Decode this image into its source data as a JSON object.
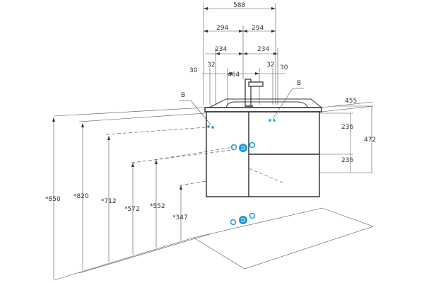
{
  "dimensions": {
    "total_width": "588",
    "half_left": "294",
    "half_right": "294",
    "hole_left": "234",
    "hole_right": "234",
    "inner_width": "464",
    "edge_left_30": "30",
    "edge_left_32": "32",
    "edge_right_32": "32",
    "edge_right_30": "30",
    "depth": "455",
    "drawer_top": "236",
    "drawer_bottom": "236",
    "cabinet_height": "472",
    "h_850": "*850",
    "h_820": "*820",
    "h_712": "*712",
    "h_572": "*572",
    "h_552": "*552",
    "h_347": "*347"
  },
  "labels": {
    "b_left": "B",
    "b_right": "B",
    "d_upper": "D",
    "d_lower": "D"
  },
  "colors": {
    "accent": "#1e9bd7",
    "line": "#3a3a3a"
  }
}
